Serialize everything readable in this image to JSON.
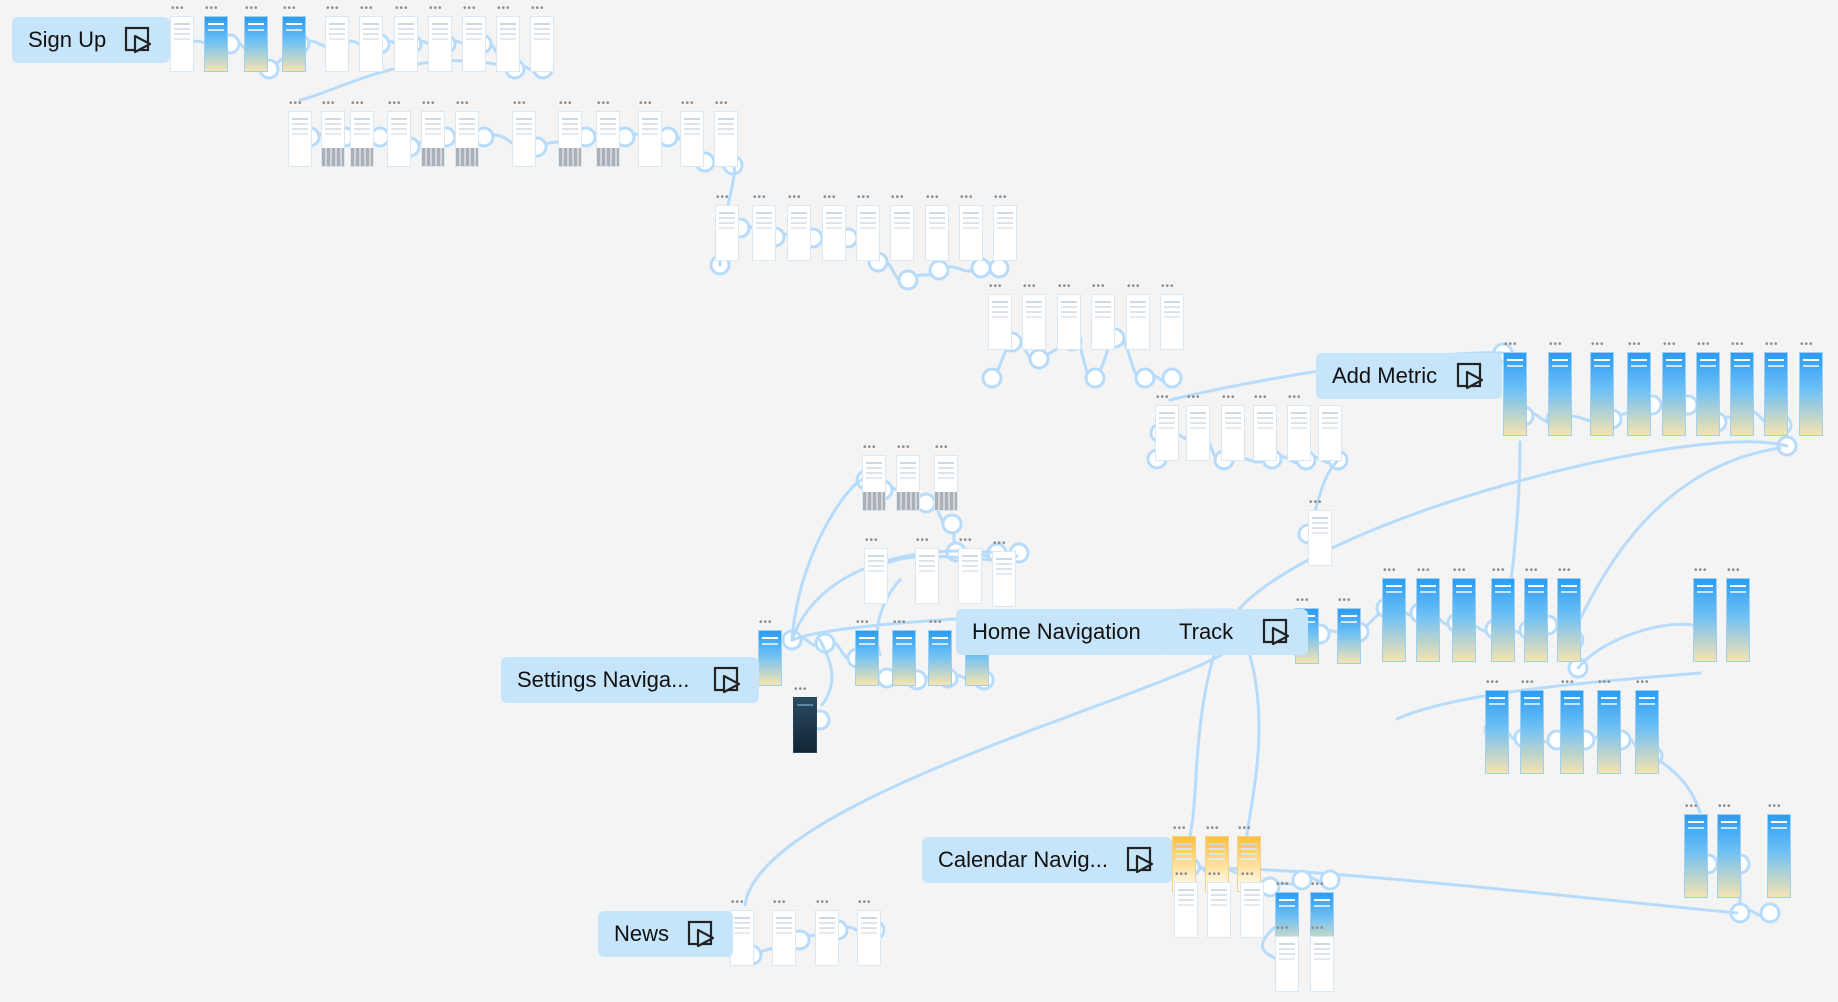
{
  "canvas": {
    "background": "#f4f4f4",
    "connector_color": "#b7dcfb"
  },
  "frame_menu": "•••",
  "flows": {
    "sign_up": "Sign Up",
    "add_metric": "Add Metric",
    "home_navigation": "Home Navigation",
    "tracking": "Track",
    "settings_navigation": "Settings Naviga...",
    "calendar_navigation": "Calendar Navig...",
    "news": "News"
  },
  "icons": {
    "flow_start": "play-icon"
  }
}
